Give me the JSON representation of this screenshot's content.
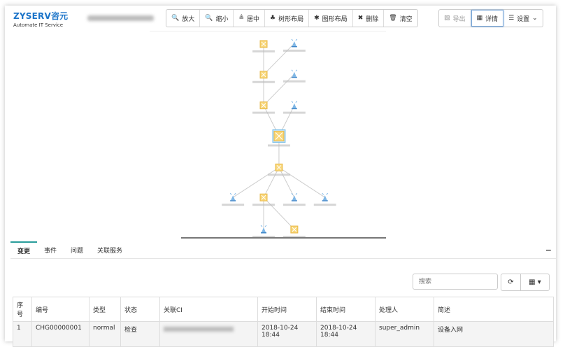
{
  "header": {
    "brand": "ZYSERV",
    "brand_cn": "咨元",
    "tagline": "Automate IT Service"
  },
  "toolbar": {
    "zoom_in": "放大",
    "zoom_out": "缩小",
    "center": "居中",
    "tree_layout": "树形布局",
    "circle_layout": "图形布局",
    "delete": "删除",
    "clear": "清空",
    "export": "导出",
    "details": "详情",
    "settings": "设置"
  },
  "graph": {
    "nodes": [
      {
        "id": "s1",
        "type": "switch"
      },
      {
        "id": "a1",
        "type": "antenna"
      },
      {
        "id": "s2",
        "type": "switch"
      },
      {
        "id": "a2",
        "type": "antenna"
      },
      {
        "id": "s3",
        "type": "switch"
      },
      {
        "id": "a3",
        "type": "antenna"
      },
      {
        "id": "core",
        "type": "switch",
        "selected": true
      },
      {
        "id": "s4",
        "type": "switch"
      },
      {
        "id": "a4",
        "type": "antenna"
      },
      {
        "id": "s5",
        "type": "switch"
      },
      {
        "id": "a5",
        "type": "antenna"
      },
      {
        "id": "a6",
        "type": "antenna"
      },
      {
        "id": "a7",
        "type": "antenna"
      },
      {
        "id": "s6",
        "type": "switch"
      }
    ],
    "edges": [
      [
        "s1",
        "s2"
      ],
      [
        "a1",
        "s2"
      ],
      [
        "s2",
        "s3"
      ],
      [
        "a2",
        "s3"
      ],
      [
        "s3",
        "core"
      ],
      [
        "a3",
        "core"
      ],
      [
        "core",
        "s4"
      ],
      [
        "s4",
        "a4"
      ],
      [
        "s4",
        "s5"
      ],
      [
        "s4",
        "a5"
      ],
      [
        "s4",
        "a6"
      ],
      [
        "s5",
        "a7"
      ],
      [
        "s5",
        "s6"
      ]
    ]
  },
  "tabs": [
    {
      "label": "变更",
      "active": true
    },
    {
      "label": "事件"
    },
    {
      "label": "问题"
    },
    {
      "label": "关联服务"
    }
  ],
  "collapse": "−",
  "search": {
    "placeholder": "搜索"
  },
  "table": {
    "columns": [
      "序号",
      "编号",
      "类型",
      "状态",
      "关联CI",
      "开始时间",
      "结束时间",
      "处理人",
      "简述"
    ],
    "rows": [
      {
        "index": "1",
        "code": "CHG00000001",
        "type": "normal",
        "status": "检查",
        "start": "2018-10-24\n18:44",
        "end": "2018-10-24\n18:44",
        "handler": "super_admin",
        "summary": "设备入网"
      }
    ]
  }
}
